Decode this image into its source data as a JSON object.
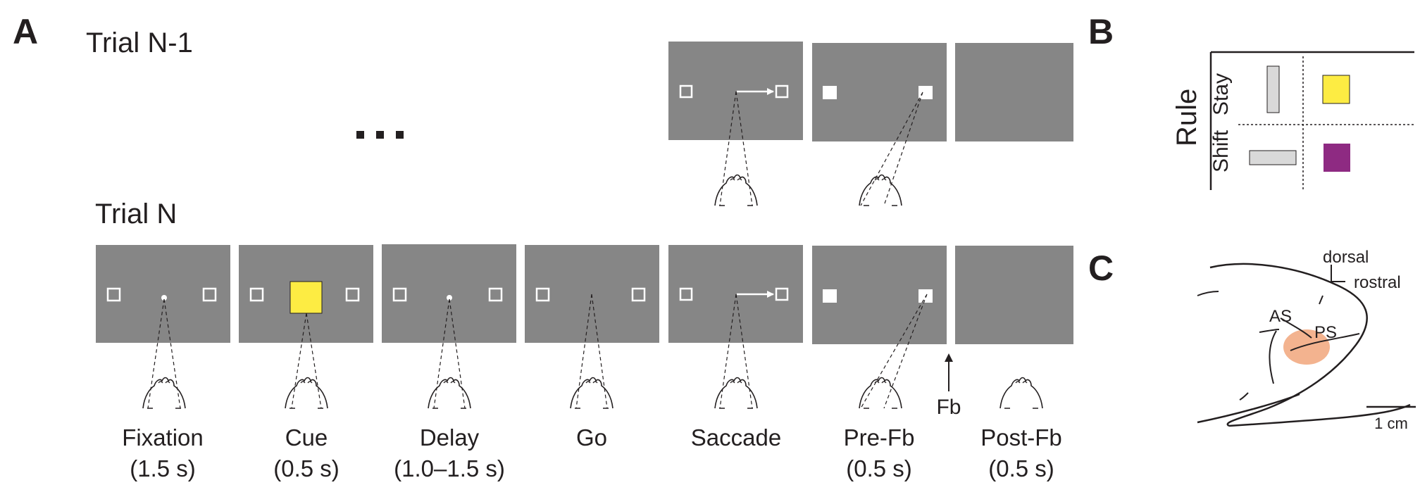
{
  "panels": {
    "a": "A",
    "b": "B",
    "c": "C"
  },
  "trials": {
    "previous": "Trial N-1",
    "current": "Trial N"
  },
  "ellipsis": "...",
  "epochs": [
    {
      "name": "Fixation",
      "duration": "(1.5 s)"
    },
    {
      "name": "Cue",
      "duration": "(0.5 s)"
    },
    {
      "name": "Delay",
      "duration": "(1.0–1.5 s)"
    },
    {
      "name": "Go",
      "duration": ""
    },
    {
      "name": "Saccade",
      "duration": ""
    },
    {
      "name": "Pre-Fb",
      "duration": "(0.5 s)"
    },
    {
      "name": "Post-Fb",
      "duration": "(0.5 s)"
    }
  ],
  "feedback_label": "Fb",
  "rule_panel": {
    "title": "Rule",
    "stay": "Stay",
    "shift": "Shift",
    "colors": {
      "stay_cue": "#fdec43",
      "shift_cue": "#8e2a82",
      "bar": "#d9d9d9"
    }
  },
  "brain_panel": {
    "dorsal": "dorsal",
    "rostral": "rostral",
    "arcuate_sulcus": "AS",
    "principal_sulcus": "PS",
    "scale": "1 cm",
    "recording_site_color": "#f3b38f"
  },
  "colors": {
    "screen": "#868686",
    "cue": "#fdec43",
    "ink": "#231f20"
  }
}
